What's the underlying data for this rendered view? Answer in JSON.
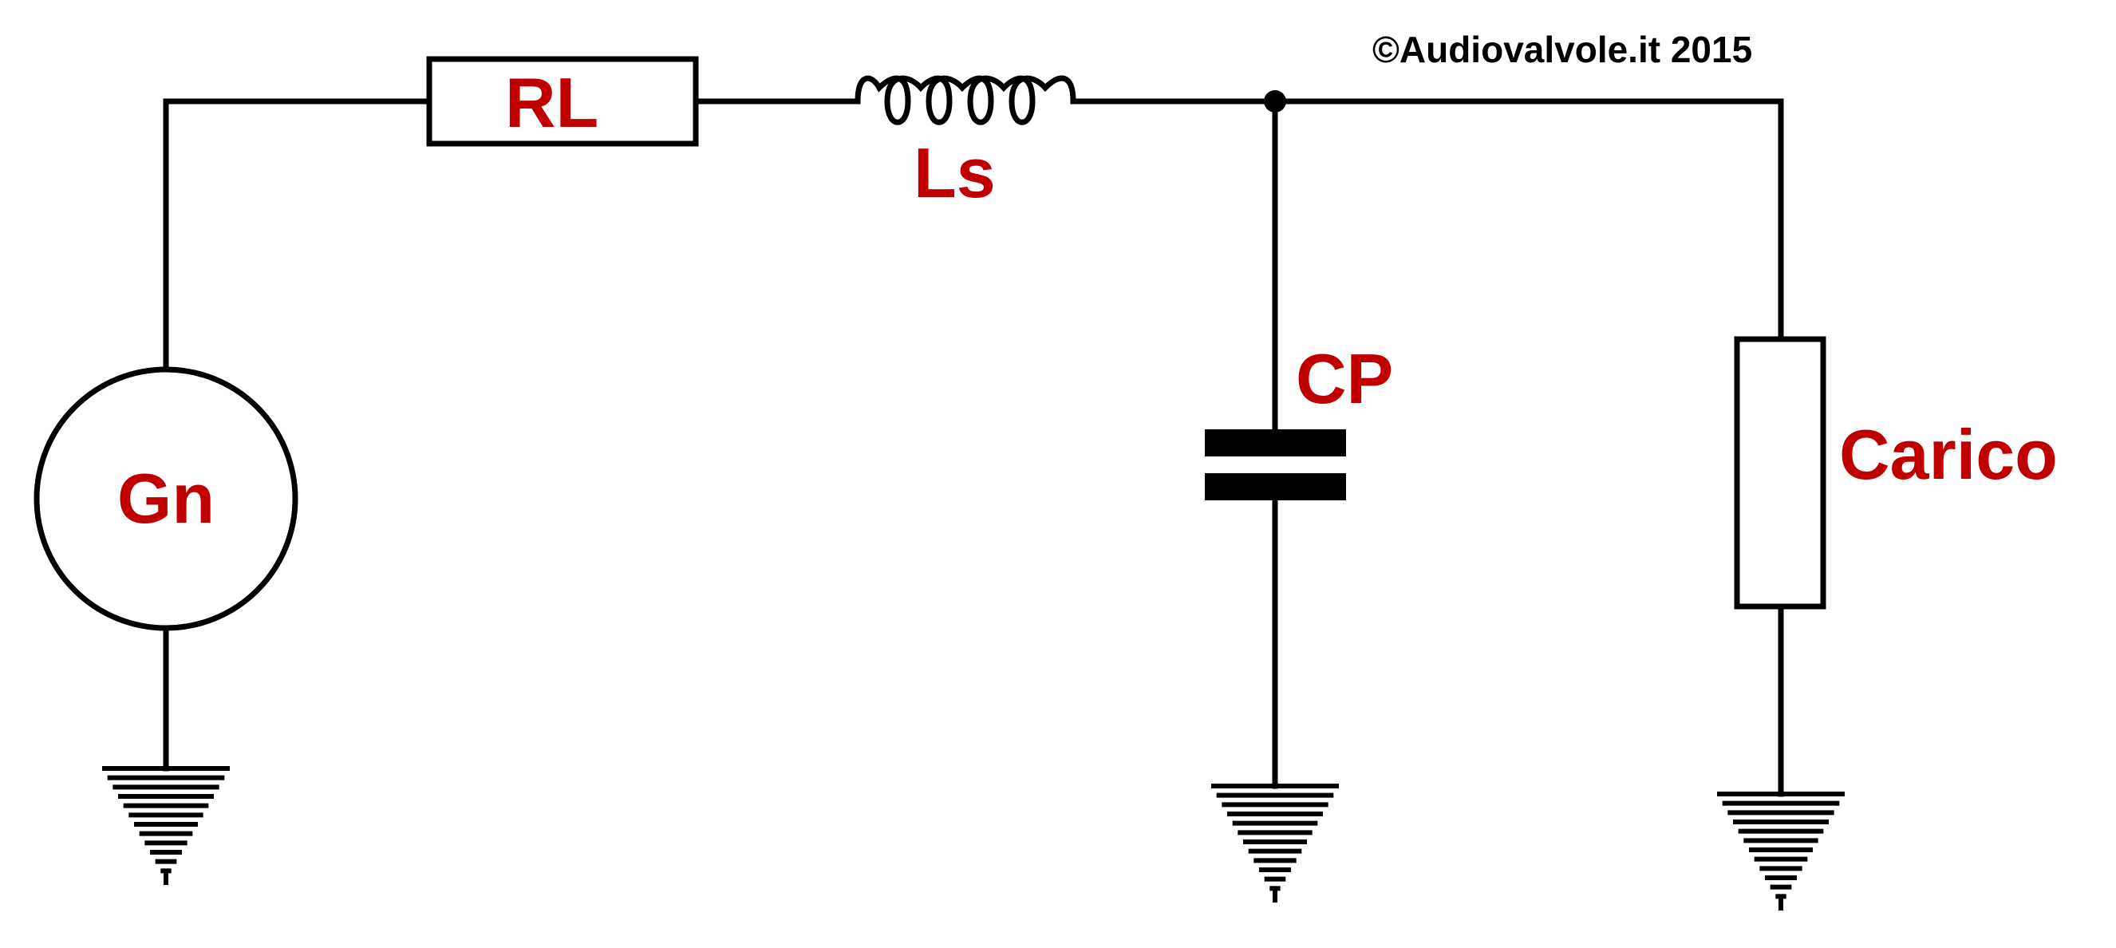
{
  "copyright": "©Audiovalvole.it 2015",
  "components": {
    "rl": "RL",
    "ls": "Ls",
    "cp": "CP",
    "carico": "Carico",
    "gn": "Gn"
  },
  "colors": {
    "label": "#c00000",
    "wire": "#000000",
    "background": "#ffffff"
  }
}
